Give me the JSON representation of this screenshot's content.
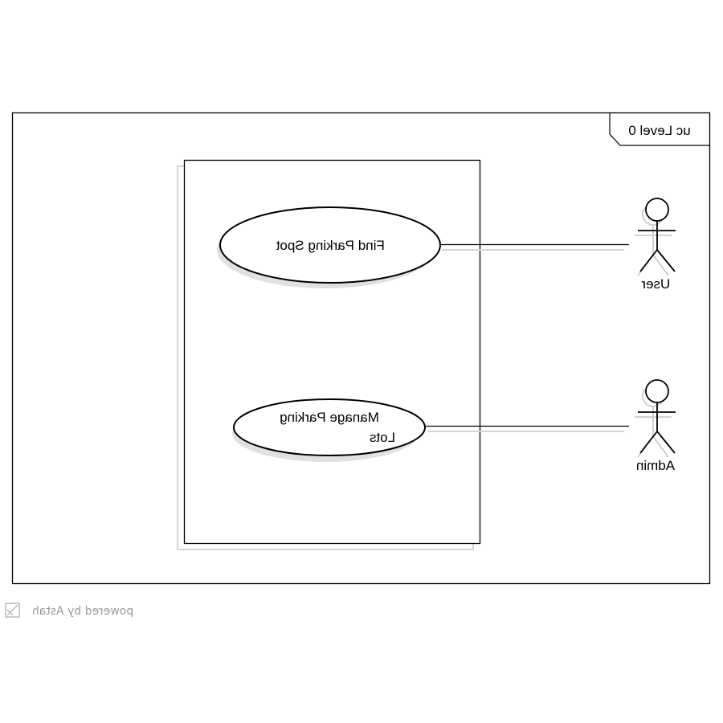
{
  "diagram": {
    "frame_label": "uc Level 0",
    "use_cases": [
      {
        "label_lines": [
          "Find Parking Spot"
        ]
      },
      {
        "label_lines": [
          "Manage Parking",
          "Lots"
        ]
      }
    ],
    "actors": [
      {
        "name": "User"
      },
      {
        "name": "Admin"
      }
    ],
    "watermark": "powered by Astah"
  }
}
